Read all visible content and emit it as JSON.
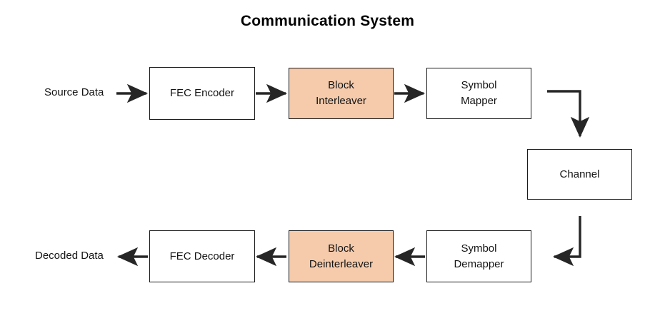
{
  "title": "Communication System",
  "colors": {
    "highlight_fill": "#F5CBAC",
    "block_border": "#1a1a1a",
    "arrow": "#262626",
    "text": "#131313",
    "background": "#ffffff"
  },
  "labels": {
    "source_data": "Source Data",
    "decoded_data": "Decoded Data"
  },
  "blocks": {
    "fec_encoder": "FEC Encoder",
    "block_interleaver": "Block\nInterleaver",
    "symbol_mapper": "Symbol\nMapper",
    "channel": "Channel",
    "symbol_demapper": "Symbol\nDemapper",
    "block_deinterleaver": "Block\nDeinterleaver",
    "fec_decoder": "FEC Decoder"
  },
  "flow": {
    "transmit_chain": [
      "Source Data",
      "FEC Encoder",
      "Block Interleaver",
      "Symbol Mapper",
      "Channel"
    ],
    "receive_chain": [
      "Channel",
      "Symbol Demapper",
      "Block Deinterleaver",
      "FEC Decoder",
      "Decoded Data"
    ],
    "highlighted_blocks": [
      "Block Interleaver",
      "Block Deinterleaver"
    ]
  }
}
